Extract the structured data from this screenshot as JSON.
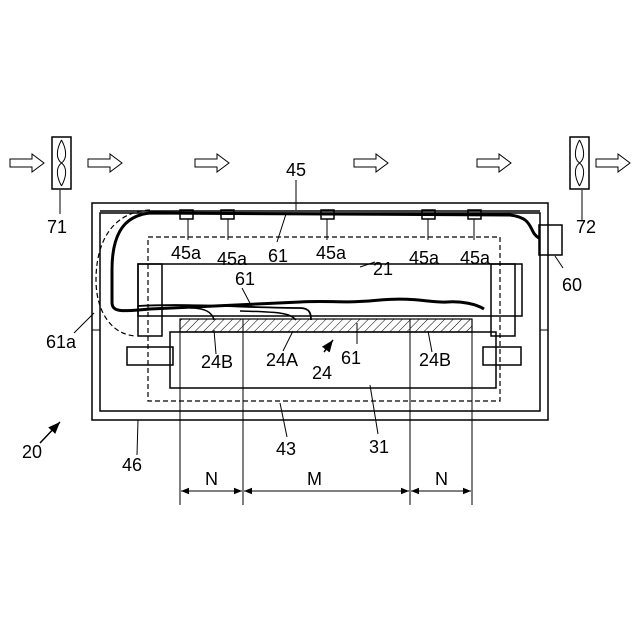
{
  "labels": {
    "fan_left": "71",
    "fan_right": "72",
    "label_45": "45",
    "sensor": "45a",
    "cable": "61",
    "cable_lower": "61",
    "cable_61a": "61a",
    "label_21": "21",
    "box_60": "60",
    "label_24B": "24B",
    "label_24A": "24A",
    "label_24": "24",
    "cable_center": "61",
    "label_24B_right": "24B",
    "label_20": "20",
    "label_46": "46",
    "label_43": "43",
    "label_31": "31",
    "dim_N": "N",
    "dim_M": "M"
  }
}
